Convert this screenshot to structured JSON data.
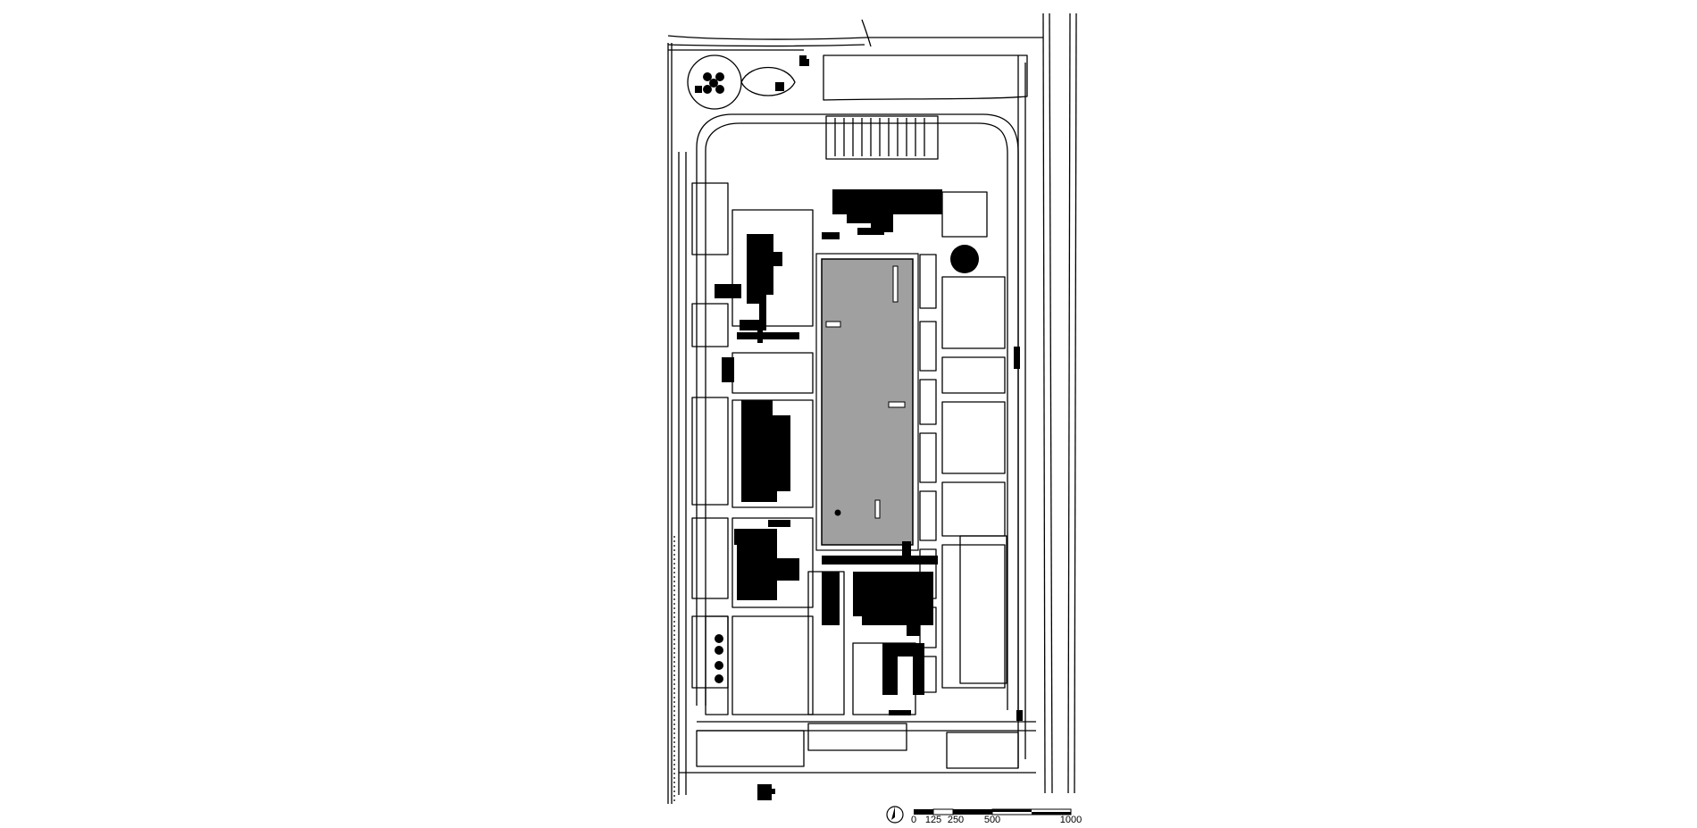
{
  "plan": {
    "colors": {
      "ink": "#000000",
      "line": "#000000",
      "courtyard": "#a0a0a0",
      "paper": "#ffffff"
    },
    "icons": {
      "north": "north-arrow-icon"
    }
  },
  "scale_bar": {
    "labels": [
      "0",
      "125",
      "250",
      "500",
      "1000"
    ]
  }
}
